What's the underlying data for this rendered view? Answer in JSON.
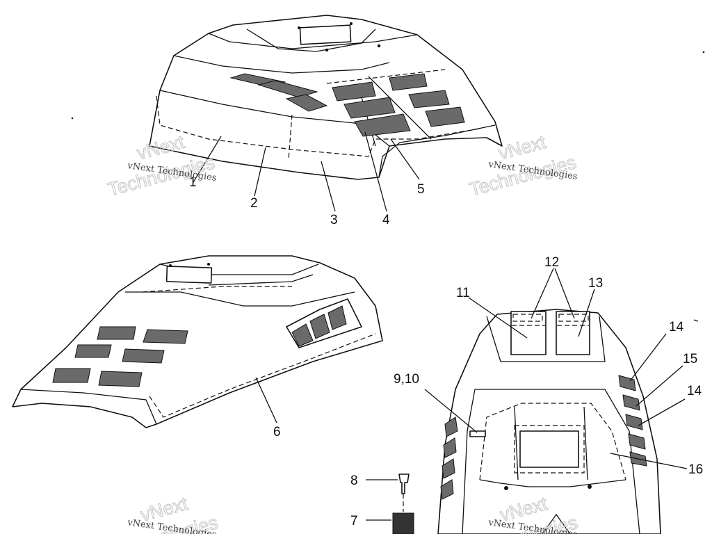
{
  "callouts": {
    "c1": "1",
    "c2": "2",
    "c3": "3",
    "c4": "4",
    "c5": "5",
    "c6": "6",
    "c7": "7",
    "c8": "8",
    "c9_10": "9,10",
    "c11": "11",
    "c12": "12",
    "c13": "13",
    "c14a": "14",
    "c14b": "14",
    "c15": "15",
    "c16": "16"
  },
  "watermark": {
    "small_text": "vNext Technologies",
    "big_line1": "vNext",
    "big_line2": "Technologies"
  }
}
